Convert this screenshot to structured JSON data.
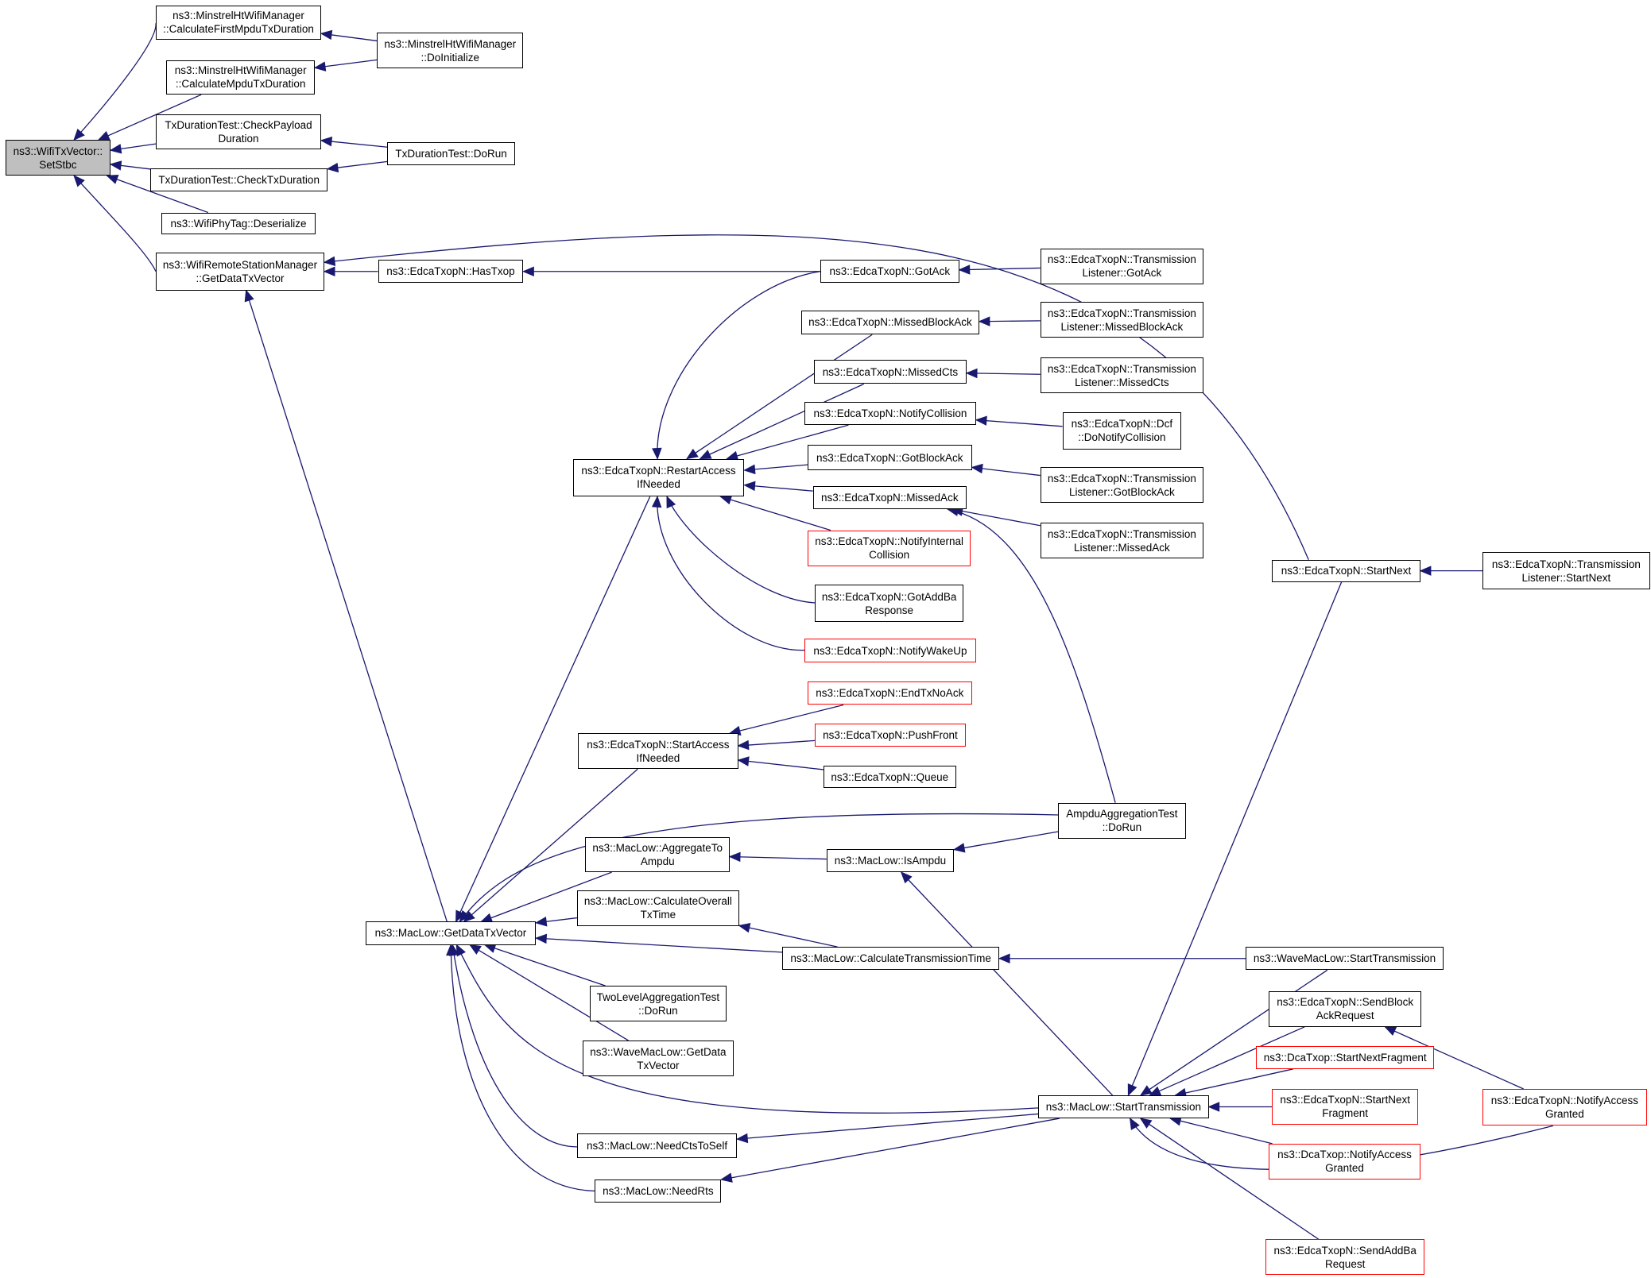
{
  "colors": {
    "edge": "#191970",
    "border": "#000000",
    "truncated_border": "#ff0000",
    "focus_fill": "#bfbfbf",
    "background": "#ffffff"
  },
  "nodes": [
    {
      "id": "n0",
      "lines": [
        "ns3::WifiTxVector::",
        "SetStbc"
      ],
      "style": "focus"
    },
    {
      "id": "n1",
      "lines": [
        "ns3::MinstrelHtWifiManager",
        "::CalculateFirstMpduTxDuration"
      ],
      "style": "normal"
    },
    {
      "id": "n2",
      "lines": [
        "ns3::MinstrelHtWifiManager",
        "::DoInitialize"
      ],
      "style": "normal"
    },
    {
      "id": "n3",
      "lines": [
        "ns3::MinstrelHtWifiManager",
        "::CalculateMpduTxDuration"
      ],
      "style": "normal"
    },
    {
      "id": "n4",
      "lines": [
        "TxDurationTest::CheckPayload",
        "Duration"
      ],
      "style": "normal"
    },
    {
      "id": "n5",
      "lines": [
        "TxDurationTest::DoRun"
      ],
      "style": "normal"
    },
    {
      "id": "n6",
      "lines": [
        "TxDurationTest::CheckTxDuration"
      ],
      "style": "normal"
    },
    {
      "id": "n7",
      "lines": [
        "ns3::WifiPhyTag::Deserialize"
      ],
      "style": "normal"
    },
    {
      "id": "n8",
      "lines": [
        "ns3::WifiRemoteStationManager",
        "::GetDataTxVector"
      ],
      "style": "normal"
    },
    {
      "id": "n9",
      "lines": [
        "ns3::EdcaTxopN::HasTxop"
      ],
      "style": "normal"
    },
    {
      "id": "n10",
      "lines": [
        "ns3::EdcaTxopN::GotAck"
      ],
      "style": "normal"
    },
    {
      "id": "n11",
      "lines": [
        "ns3::EdcaTxopN::Transmission",
        "Listener::GotAck"
      ],
      "style": "normal"
    },
    {
      "id": "n12",
      "lines": [
        "ns3::EdcaTxopN::MissedBlockAck"
      ],
      "style": "normal"
    },
    {
      "id": "n13",
      "lines": [
        "ns3::EdcaTxopN::Transmission",
        "Listener::MissedBlockAck"
      ],
      "style": "normal"
    },
    {
      "id": "n14",
      "lines": [
        "ns3::EdcaTxopN::MissedCts"
      ],
      "style": "normal"
    },
    {
      "id": "n15",
      "lines": [
        "ns3::EdcaTxopN::Transmission",
        "Listener::MissedCts"
      ],
      "style": "normal"
    },
    {
      "id": "n16",
      "lines": [
        "ns3::EdcaTxopN::NotifyCollision"
      ],
      "style": "normal"
    },
    {
      "id": "n17",
      "lines": [
        "ns3::EdcaTxopN::Dcf",
        "::DoNotifyCollision"
      ],
      "style": "normal"
    },
    {
      "id": "n18",
      "lines": [
        "ns3::EdcaTxopN::RestartAccess",
        "IfNeeded"
      ],
      "style": "normal"
    },
    {
      "id": "n19",
      "lines": [
        "ns3::EdcaTxopN::GotBlockAck"
      ],
      "style": "normal"
    },
    {
      "id": "n20",
      "lines": [
        "ns3::EdcaTxopN::Transmission",
        "Listener::GotBlockAck"
      ],
      "style": "normal"
    },
    {
      "id": "n21",
      "lines": [
        "ns3::EdcaTxopN::MissedAck"
      ],
      "style": "normal"
    },
    {
      "id": "n22",
      "lines": [
        "ns3::EdcaTxopN::Transmission",
        "Listener::MissedAck"
      ],
      "style": "normal"
    },
    {
      "id": "n23",
      "lines": [
        "ns3::EdcaTxopN::NotifyInternal",
        "Collision"
      ],
      "style": "truncated"
    },
    {
      "id": "n24",
      "lines": [
        "ns3::EdcaTxopN::StartNext"
      ],
      "style": "normal"
    },
    {
      "id": "n25",
      "lines": [
        "ns3::EdcaTxopN::Transmission",
        "Listener::StartNext"
      ],
      "style": "normal"
    },
    {
      "id": "n26",
      "lines": [
        "ns3::EdcaTxopN::GotAddBa",
        "Response"
      ],
      "style": "normal"
    },
    {
      "id": "n27",
      "lines": [
        "ns3::EdcaTxopN::NotifyWakeUp"
      ],
      "style": "truncated"
    },
    {
      "id": "n28",
      "lines": [
        "ns3::EdcaTxopN::EndTxNoAck"
      ],
      "style": "truncated"
    },
    {
      "id": "n29",
      "lines": [
        "ns3::EdcaTxopN::StartAccess",
        "IfNeeded"
      ],
      "style": "normal"
    },
    {
      "id": "n30",
      "lines": [
        "ns3::EdcaTxopN::PushFront"
      ],
      "style": "truncated"
    },
    {
      "id": "n31",
      "lines": [
        "ns3::EdcaTxopN::Queue"
      ],
      "style": "normal"
    },
    {
      "id": "n32",
      "lines": [
        "AmpduAggregationTest",
        "::DoRun"
      ],
      "style": "normal"
    },
    {
      "id": "n33",
      "lines": [
        "ns3::MacLow::AggregateTo",
        "Ampdu"
      ],
      "style": "normal"
    },
    {
      "id": "n34",
      "lines": [
        "ns3::MacLow::IsAmpdu"
      ],
      "style": "normal"
    },
    {
      "id": "n35",
      "lines": [
        "ns3::MacLow::CalculateOverall",
        "TxTime"
      ],
      "style": "normal"
    },
    {
      "id": "n36",
      "lines": [
        "ns3::MacLow::GetDataTxVector"
      ],
      "style": "normal"
    },
    {
      "id": "n37",
      "lines": [
        "ns3::MacLow::CalculateTransmissionTime"
      ],
      "style": "normal"
    },
    {
      "id": "n38",
      "lines": [
        "ns3::WaveMacLow::StartTransmission"
      ],
      "style": "normal"
    },
    {
      "id": "n39",
      "lines": [
        "TwoLevelAggregationTest",
        "::DoRun"
      ],
      "style": "normal"
    },
    {
      "id": "n40",
      "lines": [
        "ns3::EdcaTxopN::SendBlock",
        "AckRequest"
      ],
      "style": "normal"
    },
    {
      "id": "n41",
      "lines": [
        "ns3::DcaTxop::StartNextFragment"
      ],
      "style": "truncated"
    },
    {
      "id": "n42",
      "lines": [
        "ns3::WaveMacLow::GetData",
        "TxVector"
      ],
      "style": "normal"
    },
    {
      "id": "n43",
      "lines": [
        "ns3::EdcaTxopN::StartNext",
        "Fragment"
      ],
      "style": "truncated"
    },
    {
      "id": "n44",
      "lines": [
        "ns3::EdcaTxopN::NotifyAccess",
        "Granted"
      ],
      "style": "truncated"
    },
    {
      "id": "n45",
      "lines": [
        "ns3::MacLow::StartTransmission"
      ],
      "style": "normal"
    },
    {
      "id": "n46",
      "lines": [
        "ns3::MacLow::NeedCtsToSelf"
      ],
      "style": "normal"
    },
    {
      "id": "n47",
      "lines": [
        "ns3::DcaTxop::NotifyAccess",
        "Granted"
      ],
      "style": "truncated"
    },
    {
      "id": "n48",
      "lines": [
        "ns3::MacLow::NeedRts"
      ],
      "style": "normal"
    },
    {
      "id": "n49",
      "lines": [
        "ns3::EdcaTxopN::SendAddBa",
        "Request"
      ],
      "style": "truncated"
    }
  ],
  "edges": [
    [
      "n0",
      "n1"
    ],
    [
      "n0",
      "n3"
    ],
    [
      "n0",
      "n4"
    ],
    [
      "n0",
      "n6"
    ],
    [
      "n0",
      "n7"
    ],
    [
      "n0",
      "n8"
    ],
    [
      "n1",
      "n2"
    ],
    [
      "n3",
      "n2"
    ],
    [
      "n4",
      "n5"
    ],
    [
      "n6",
      "n5"
    ],
    [
      "n8",
      "n9"
    ],
    [
      "n8",
      "n24"
    ],
    [
      "n8",
      "n36"
    ],
    [
      "n9",
      "n10"
    ],
    [
      "n10",
      "n11"
    ],
    [
      "n12",
      "n13"
    ],
    [
      "n14",
      "n15"
    ],
    [
      "n16",
      "n17"
    ],
    [
      "n19",
      "n20"
    ],
    [
      "n21",
      "n22"
    ],
    [
      "n21",
      "n32"
    ],
    [
      "n18",
      "n10"
    ],
    [
      "n18",
      "n12"
    ],
    [
      "n18",
      "n14"
    ],
    [
      "n18",
      "n16"
    ],
    [
      "n18",
      "n19"
    ],
    [
      "n18",
      "n21"
    ],
    [
      "n18",
      "n23"
    ],
    [
      "n18",
      "n26"
    ],
    [
      "n18",
      "n27"
    ],
    [
      "n24",
      "n25"
    ],
    [
      "n29",
      "n28"
    ],
    [
      "n29",
      "n30"
    ],
    [
      "n29",
      "n31"
    ],
    [
      "n33",
      "n34"
    ],
    [
      "n34",
      "n32"
    ],
    [
      "n34",
      "n45"
    ],
    [
      "n35",
      "n37"
    ],
    [
      "n37",
      "n38"
    ],
    [
      "n36",
      "n18"
    ],
    [
      "n36",
      "n29"
    ],
    [
      "n36",
      "n32"
    ],
    [
      "n36",
      "n33"
    ],
    [
      "n36",
      "n35"
    ],
    [
      "n36",
      "n37"
    ],
    [
      "n36",
      "n39"
    ],
    [
      "n36",
      "n42"
    ],
    [
      "n36",
      "n45"
    ],
    [
      "n36",
      "n46"
    ],
    [
      "n36",
      "n48"
    ],
    [
      "n40",
      "n44"
    ],
    [
      "n45",
      "n24"
    ],
    [
      "n45",
      "n38"
    ],
    [
      "n45",
      "n40"
    ],
    [
      "n45",
      "n41"
    ],
    [
      "n45",
      "n43"
    ],
    [
      "n45",
      "n47"
    ],
    [
      "n45",
      "n49"
    ],
    [
      "n45",
      "n44"
    ],
    [
      "n46",
      "n45"
    ],
    [
      "n48",
      "n45"
    ]
  ]
}
